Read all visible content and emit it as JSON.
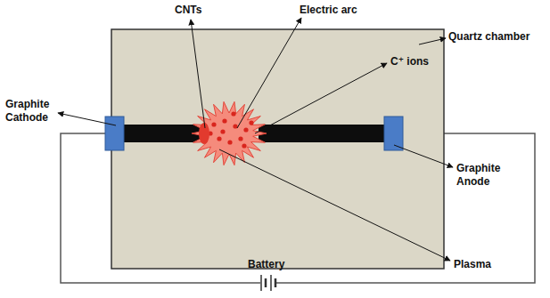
{
  "diagram": {
    "labels": [
      "CNTs",
      "Electric arc",
      "Quartz chamber",
      "C⁺ ions",
      "Graphite Cathode",
      "Graphite Anode",
      "Plasma",
      "Battery"
    ]
  }
}
